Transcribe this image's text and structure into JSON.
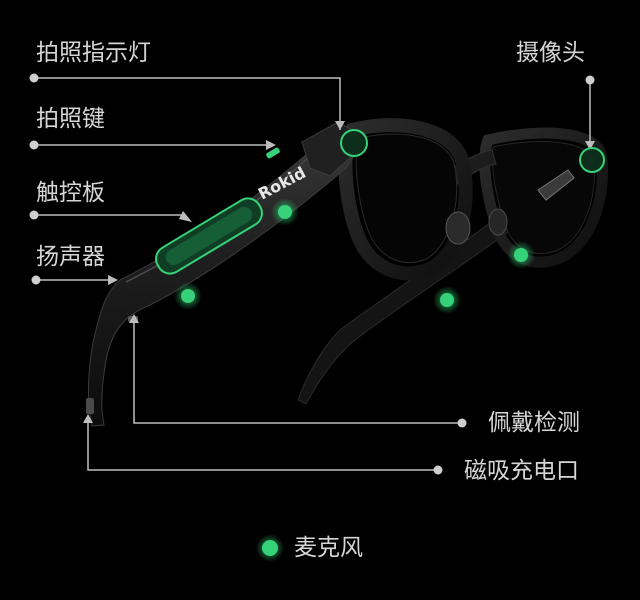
{
  "callouts": {
    "photo_indicator": "拍照指示灯",
    "photo_key": "拍照键",
    "touchpad": "触控板",
    "speaker": "扬声器",
    "camera": "摄像头",
    "wear_detection": "佩戴检测",
    "magnetic_charging": "磁吸充电口"
  },
  "brand": "Rokid",
  "legend": {
    "label": "麦克风"
  },
  "colors": {
    "background": "#000000",
    "label_text": "#d6d6d6",
    "leader_line": "#bdbdbd",
    "mic_green": "#36d27a",
    "frame": "#161616"
  }
}
